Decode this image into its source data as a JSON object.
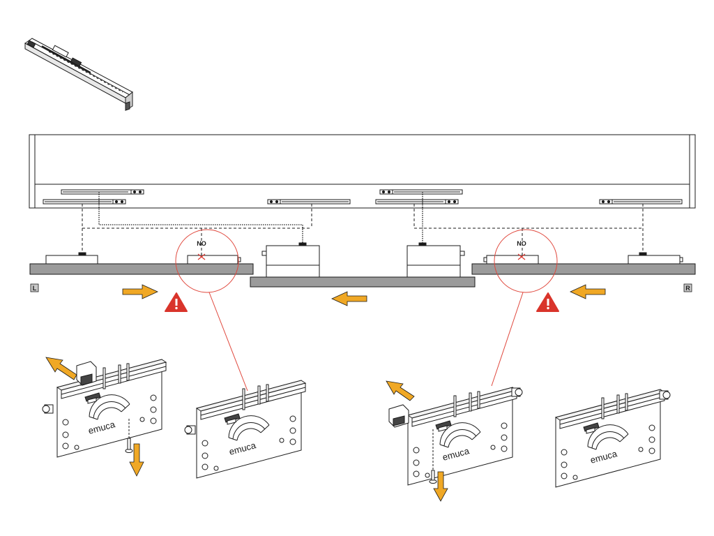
{
  "no_labels": [
    "NO",
    "NO"
  ],
  "side_labels": {
    "left": "L",
    "right": "R"
  },
  "brand": "emuca",
  "colors": {
    "arrow": "#f0a825",
    "warning": "#d9342b",
    "callout": "#e0473c",
    "line": "#1a1a1a",
    "panel": "#9b9b9b"
  },
  "icons": [
    "rail-icon",
    "warning-icon",
    "arrow-icon",
    "screw-icon",
    "clip-icon"
  ]
}
